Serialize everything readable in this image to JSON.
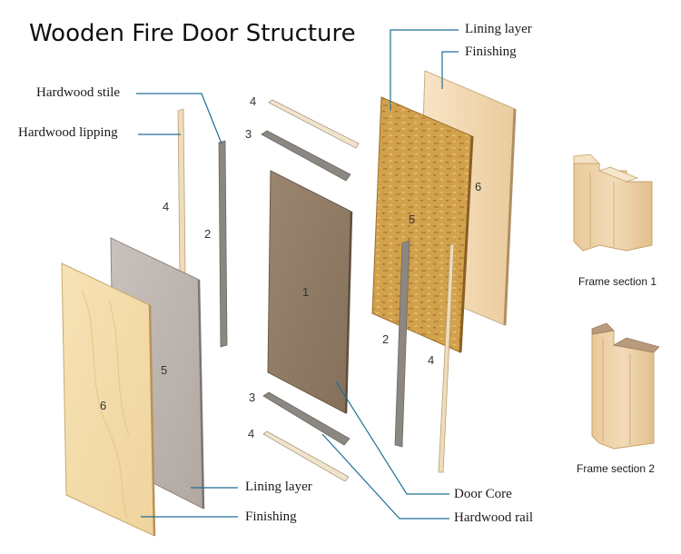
{
  "title": "Wooden Fire Door Structure",
  "labels": {
    "lining_layer_top": "Lining layer",
    "finishing_top": "Finishing",
    "hardwood_stile": "Hardwood stile",
    "hardwood_lipping": "Hardwood lipping",
    "lining_layer_bottom": "Lining layer",
    "finishing_bottom": "Finishing",
    "door_core": "Door Core",
    "hardwood_rail": "Hardwood rail"
  },
  "numbers": {
    "core": "1",
    "stile_left": "2",
    "stile_right": "2",
    "rail_top": "3",
    "rail_bottom": "3",
    "lipping_left": "4",
    "lipping_top": "4",
    "lipping_bottom": "4",
    "lipping_right": "4",
    "lining_left": "5",
    "lining_right": "5",
    "finish_left": "6",
    "finish_right": "6"
  },
  "captions": {
    "frame_section_1": "Frame section 1",
    "frame_section_2": "Frame section 2"
  },
  "colors": {
    "leader_line": "#1f6f96",
    "door_core": "#8f7a63",
    "lining_board": "#d1a24f",
    "lining_grey": "#bdb5b0",
    "finishing": "#f3dcba",
    "hardwood": "#ead7b0",
    "stile_grey": "#8a8580"
  }
}
